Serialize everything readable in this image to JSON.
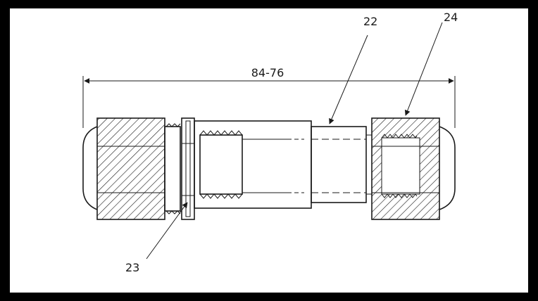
{
  "dimension": {
    "text": "84-76"
  },
  "callouts": [
    {
      "id": "22",
      "text": "22"
    },
    {
      "id": "23",
      "text": "23"
    },
    {
      "id": "24",
      "text": "24"
    }
  ],
  "colors": {
    "frame": "#000000",
    "paper": "#ffffff",
    "ink": "#1a1a1a"
  }
}
